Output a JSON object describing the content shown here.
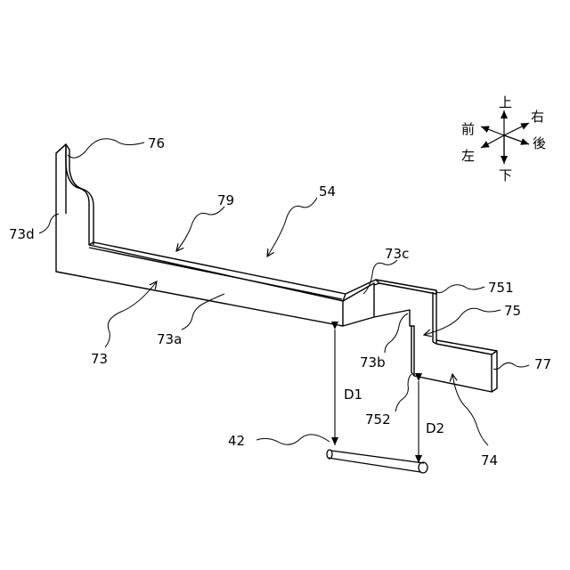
{
  "refs": {
    "r76": "76",
    "r79": "79",
    "r54": "54",
    "r73d": "73d",
    "r73c": "73c",
    "r751": "751",
    "r75": "75",
    "r73": "73",
    "r73a": "73a",
    "r73b": "73b",
    "r77": "77",
    "rD1": "D1",
    "r752": "752",
    "rD2": "D2",
    "r42": "42",
    "r74": "74"
  },
  "directions": {
    "up": "上",
    "down": "下",
    "front": "前",
    "back": "後",
    "left": "左",
    "right": "右"
  }
}
